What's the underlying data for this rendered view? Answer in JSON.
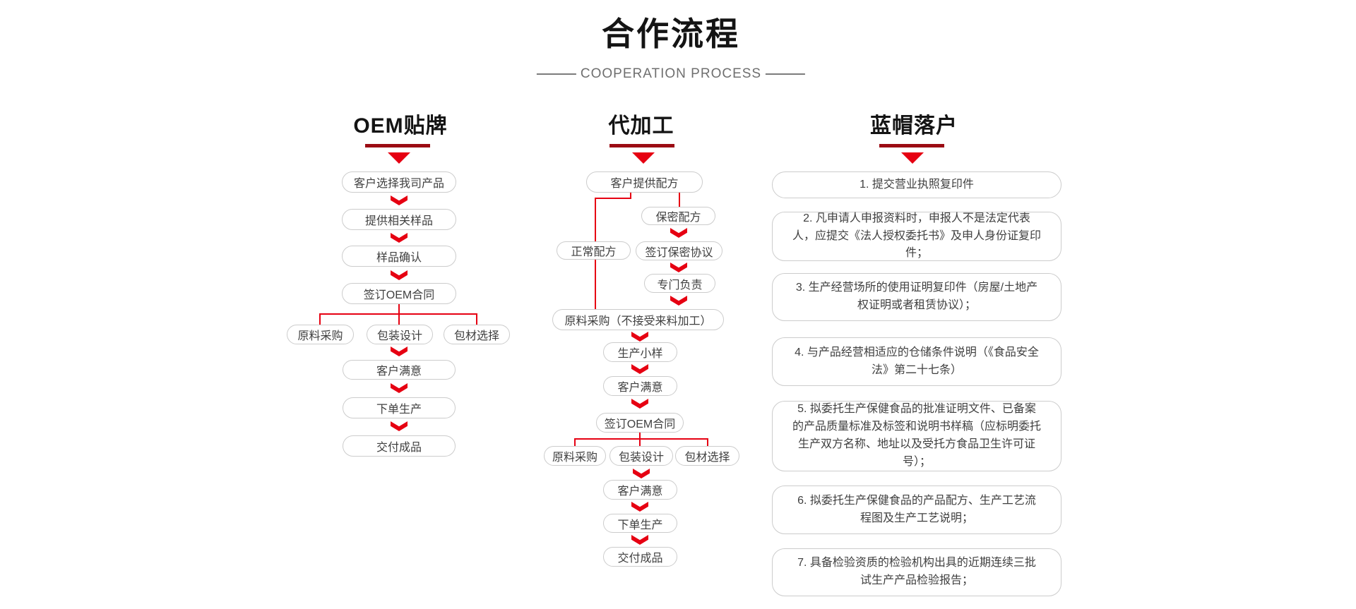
{
  "header": {
    "title": "合作流程",
    "subtitle": "COOPERATION PROCESS"
  },
  "colors": {
    "accent_red": "#e60012",
    "dark_red_underline": "#9b0b13",
    "box_border_gray": "#cccccc",
    "text_dark": "#3f3f3f",
    "title_black": "#141414",
    "subtitle_gray": "#6f6f6f"
  },
  "icons": {
    "down_chevron": "v",
    "down_triangle": "▼"
  },
  "columns": [
    {
      "title": "OEM贴牌",
      "steps": [
        "客户选择我司产品",
        "提供相关样品",
        "样品确认",
        "签订OEM合同"
      ],
      "branch": [
        "原料采购",
        "包装设计",
        "包材选择"
      ],
      "after": [
        "客户满意",
        "下单生产",
        "交付成品"
      ]
    },
    {
      "title": "代加工",
      "top": "客户提供配方",
      "normal_path": "正常配方",
      "secret_path": [
        "保密配方",
        "签订保密协议",
        "专门负责"
      ],
      "merge": "原料采购（不接受来料加工）",
      "mid": [
        "生产小样",
        "客户满意",
        "签订OEM合同"
      ],
      "branch": [
        "原料采购",
        "包装设计",
        "包材选择"
      ],
      "after": [
        "客户满意",
        "下单生产",
        "交付成品"
      ]
    },
    {
      "title": "蓝帽落户",
      "items": [
        "1. 提交营业执照复印件",
        "2. 凡申请人申报资料时，申报人不是法定代表人，应提交《法人授权委托书》及申人身份证复印件；",
        "3. 生产经营场所的使用证明复印件（房屋/土地产权证明或者租赁协议）；",
        "4. 与产品经营相适应的仓储条件说明（《食品安全法》第二十七条）",
        "5. 拟委托生产保健食品的批准证明文件、已备案的产品质量标准及标签和说明书样稿（应标明委托生产双方名称、地址以及受托方食品卫生许可证号）；",
        "6. 拟委托生产保健食品的产品配方、生产工艺流程图及生产工艺说明；",
        "7. 具备检验资质的检验机构出具的近期连续三批试生产产品检验报告；"
      ]
    }
  ]
}
